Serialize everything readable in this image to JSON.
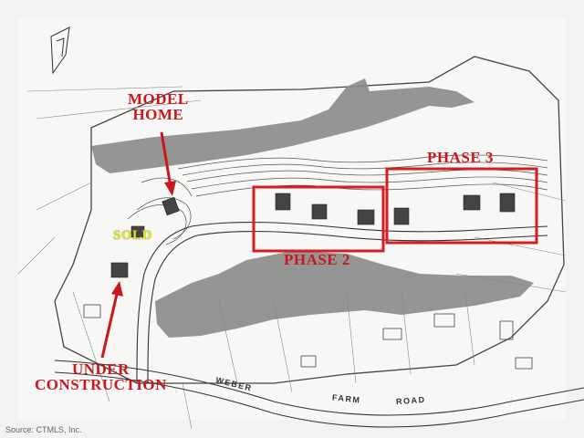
{
  "map": {
    "labels": {
      "model_home_line1": "MODEL",
      "model_home_line2": "HOME",
      "sold": "SOLD",
      "phase2": "PHASE 2",
      "phase3": "PHASE 3",
      "under_construction_line1": "UNDER",
      "under_construction_line2": "CONSTRUCTION",
      "road_word1": "WEBER",
      "road_word2": "FARM",
      "road_word3": "ROAD"
    },
    "source": "Source: CTMLS, Inc.",
    "colors": {
      "annotation_red": "#c8181e",
      "sold_yellow": "#e8e21a",
      "wetland_gray": "#8a8a8a",
      "linework": "#3a3a3a"
    }
  }
}
